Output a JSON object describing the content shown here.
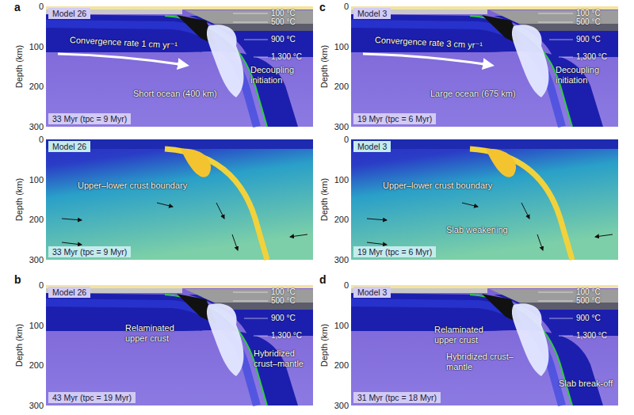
{
  "diagram": {
    "nodes": [
      {
        "text": [
          "Model 26"
        ]
      },
      {
        "text": [
          "Model 3"
        ]
      },
      {
        "text": [
          "33 Myr (tpc = 9 Myr)"
        ]
      },
      {
        "text": [
          "19 Myr (tpc = 6 Myr)"
        ]
      },
      {
        "text": [
          "Model 26"
        ]
      },
      {
        "text": [
          "Model 3"
        ]
      },
      {
        "text": [
          "33 Myr (tpc = 9 Myr)"
        ]
      },
      {
        "text": [
          "19 Myr (tpc = 6 Myr)"
        ]
      },
      {
        "text": [
          "Model 26"
        ]
      },
      {
        "text": [
          "Model 3"
        ]
      },
      {
        "text": [
          "43 Myr (tpc = 19 Myr)"
        ]
      },
      {
        "text": [
          "31 Myr (tpc = 18 Myr)"
        ]
      }
    ],
    "labels": [
      "a",
      "0",
      "100",
      "200",
      "300",
      "Depth (km)",
      "100 °C",
      "500 °C",
      "900 °C",
      "1,300 °C",
      "Convergence rate 1 cm yr⁻¹",
      "Short ocean (400 km)",
      "Decoupling initiation",
      "c",
      "0",
      "100",
      "200",
      "300",
      "Depth (km)",
      "100 °C",
      "500 °C",
      "900 °C",
      "1,300 °C",
      "Convergence rate 3 cm yr⁻¹",
      "Large ocean (675 km)",
      "Decoupling initiation",
      "0",
      "100",
      "200",
      "300",
      "Depth (km)",
      "Upper–lower crust boundary",
      "0",
      "100",
      "200",
      "300",
      "Depth (km)",
      "Upper–lower crust boundary",
      "Slab weakening",
      "b",
      "0",
      "100",
      "200",
      "300",
      "Depth (km)",
      "100 °C",
      "500 °C",
      "900 °C",
      "1,300 °C",
      "Relaminated upper crust",
      "Hybridized crust–mantle",
      "d",
      "0",
      "100",
      "200",
      "300",
      "Depth (km)",
      "100 °C",
      "500 °C",
      "900 °C",
      "1,300 °C",
      "Relaminated upper crust",
      "Hybridized crust–mantle",
      "Slab break-off"
    ]
  }
}
